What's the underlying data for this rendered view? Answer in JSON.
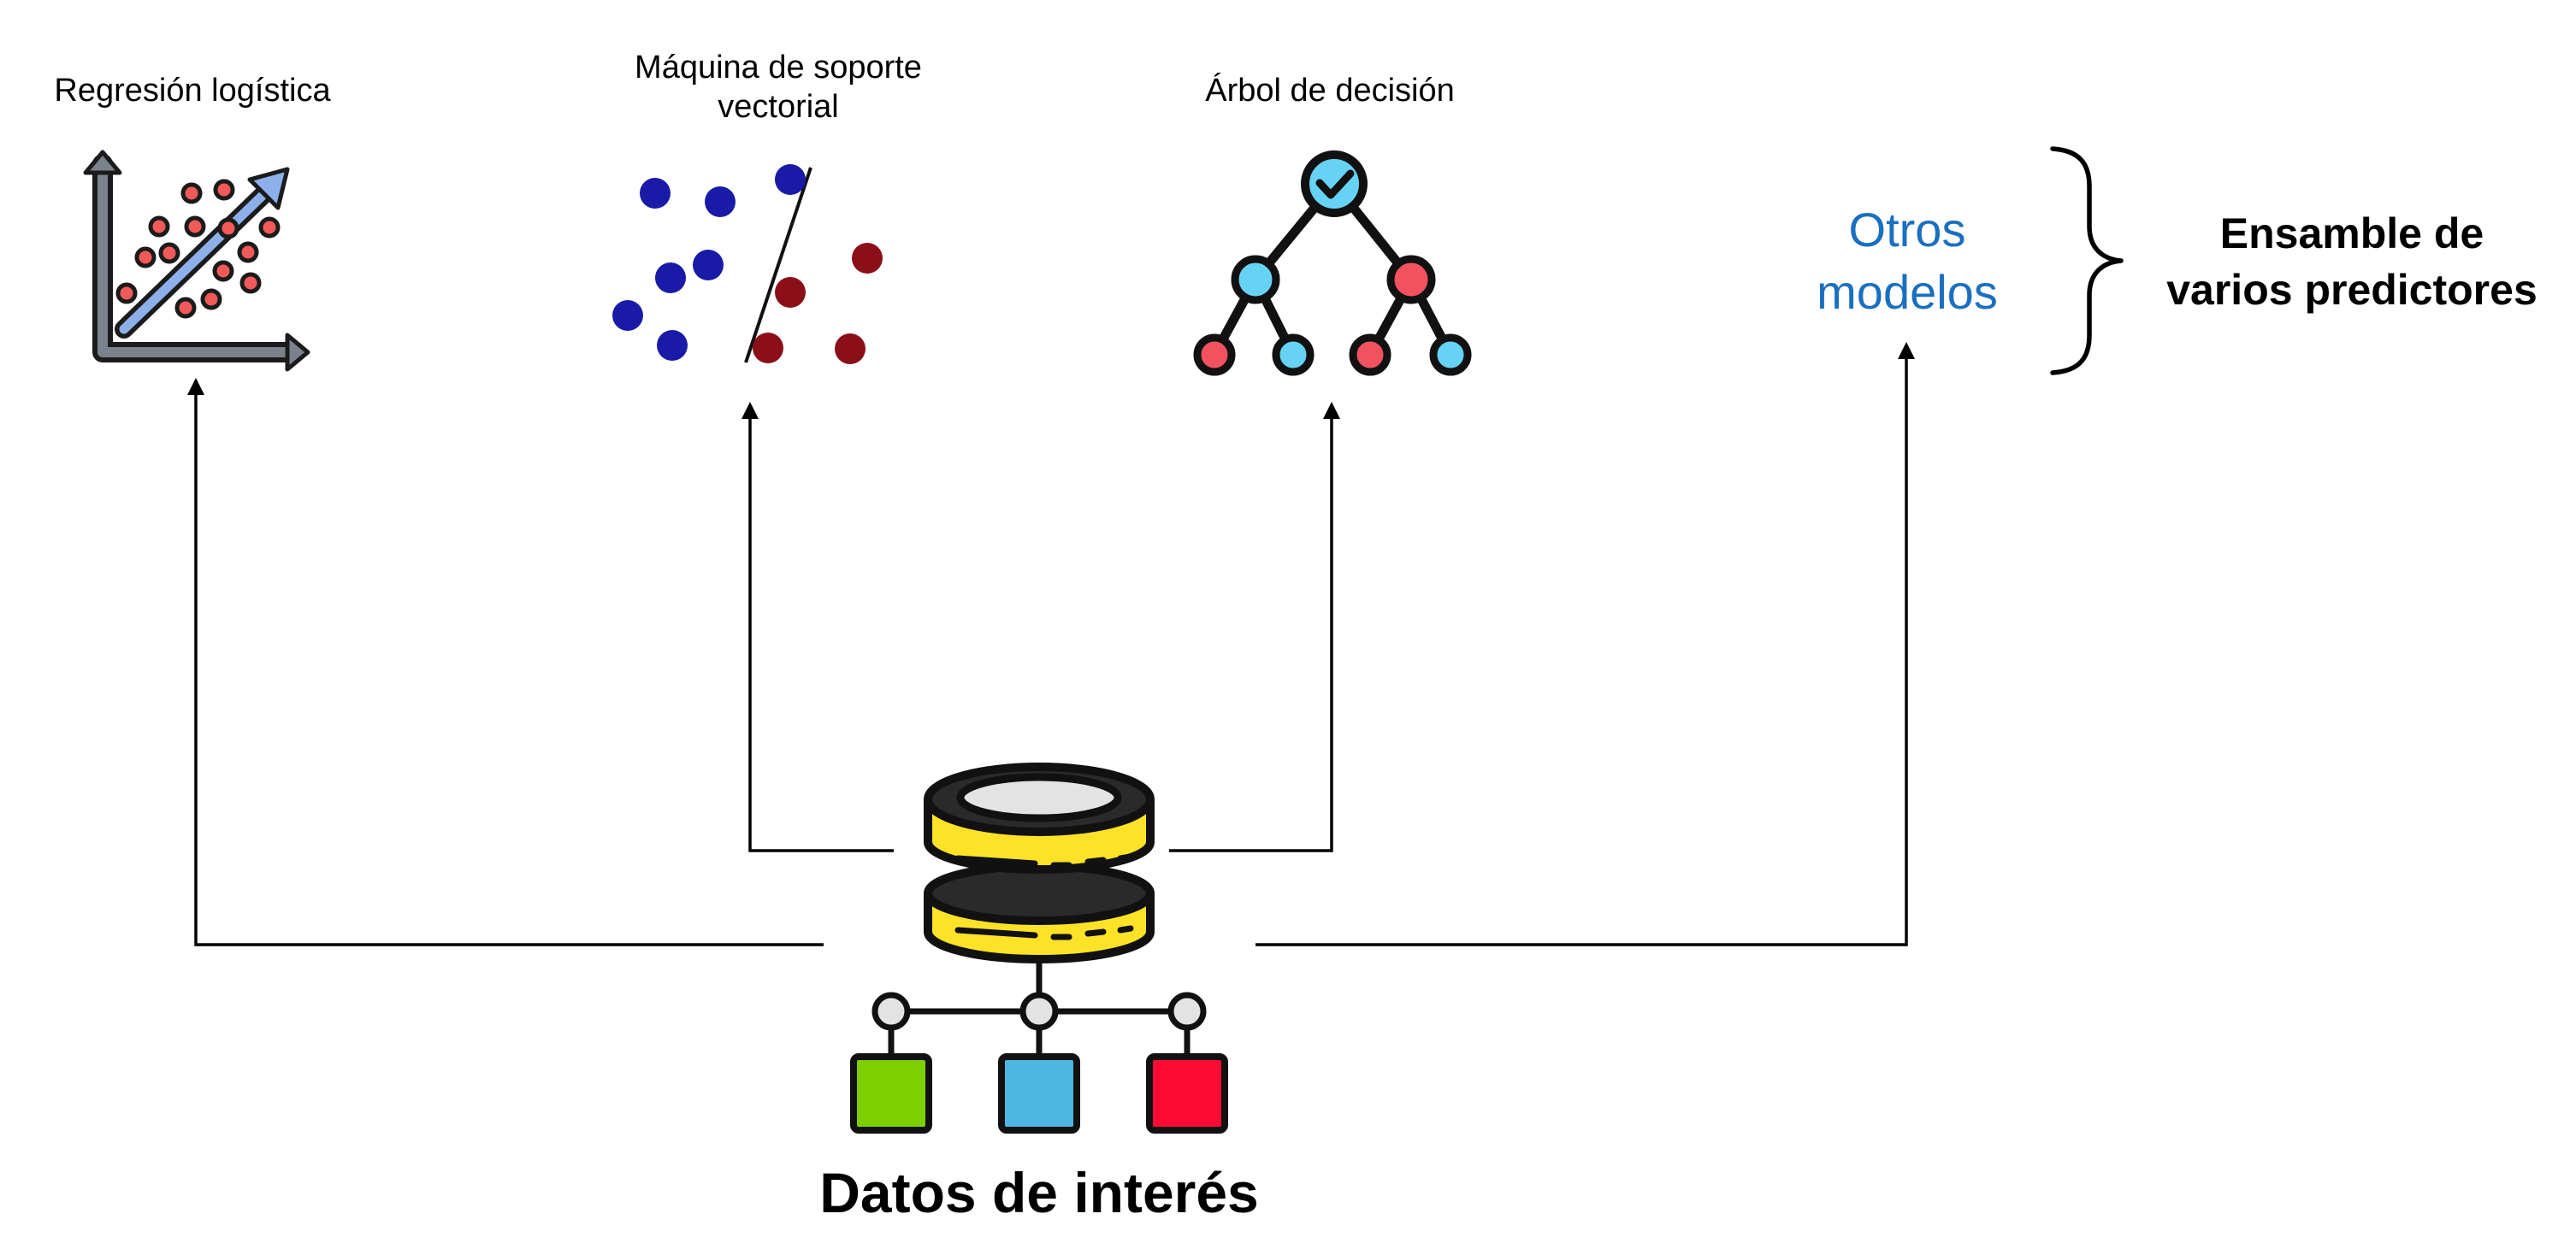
{
  "models": {
    "logistic": "Regresión logística",
    "svm_line1": "Máquina de soporte",
    "svm_line2": "vectorial",
    "tree": "Árbol de decisión",
    "others_line1": "Otros",
    "others_line2": "modelos"
  },
  "ensemble": {
    "line1": "Ensamble de",
    "line2": "varios predictores"
  },
  "data_source": {
    "title": "Datos de interés"
  },
  "colors": {
    "other_models_text": "#1a6fc0",
    "svm_blue": "#1a1aa8",
    "svm_red": "#8b0f18",
    "tree_blue": "#66d3f5",
    "tree_red": "#f2525f",
    "db_yellow": "#fde227",
    "square_green": "#7ecf00",
    "square_blue": "#4eb6e2",
    "square_red": "#ff0a34"
  },
  "icons": [
    "scatter-trend-icon",
    "svm-scatter-icon",
    "decision-tree-icon",
    "database-icon",
    "brace-icon"
  ]
}
